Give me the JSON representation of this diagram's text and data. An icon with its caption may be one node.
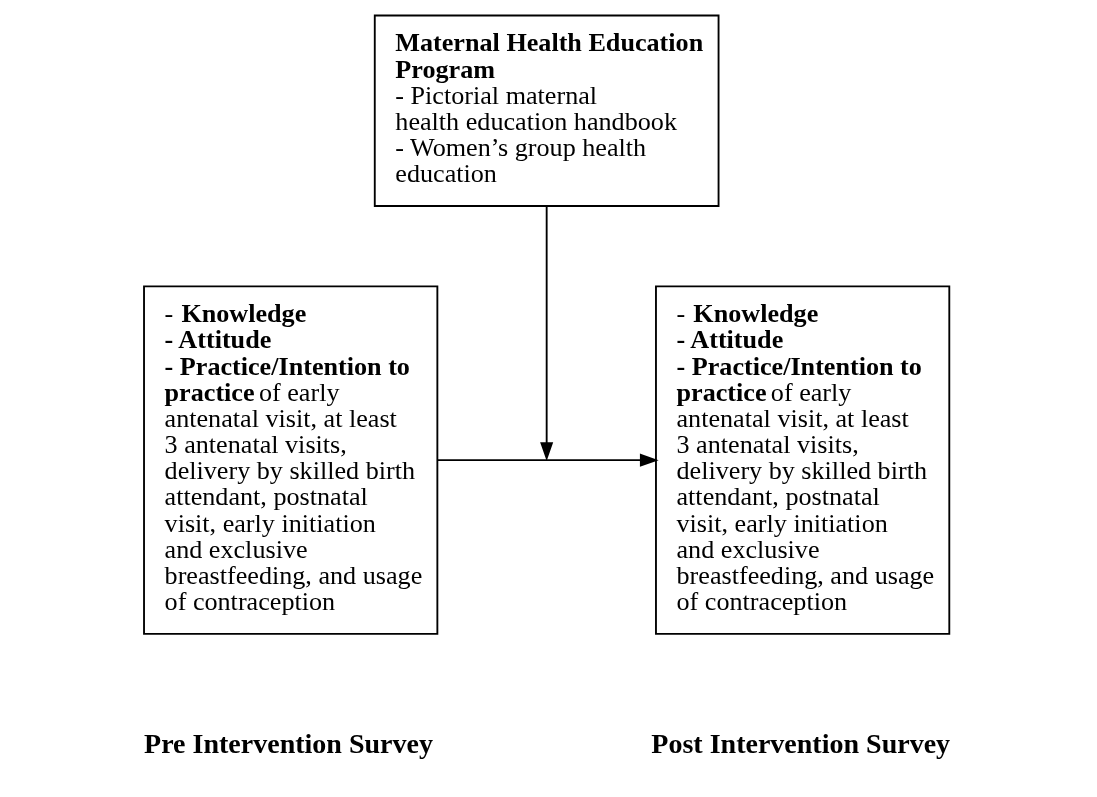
{
  "diagram": {
    "nodes": [
      {
        "text": [
          "- **Knowledge**",
          "**- Attitude**",
          "**- Practice/Intention to practice** of early antenatal visit, at least 3 antenatal visits, delivery by skilled birth attendant, postnatal visit, early initiation and exclusive breastfeeding, and usage of contraception"
        ]
      },
      {
        "text": [
          "**Maternal Health Education Program**",
          "- Pictorial maternal health education handbook",
          "- Women’s group health education"
        ]
      },
      {
        "text": [
          "- **Knowledge**",
          "**- Attitude**",
          "**- Practice/Intention to practice** of early antenatal visit, at least 3 antenatal visits, delivery by skilled birth attendant, postnatal visit, early initiation and exclusive breastfeeding, and usage of contraception"
        ]
      }
    ],
    "edges": [
      {
        "from": 0,
        "to": 2,
        "arrow": "to"
      },
      {
        "from": 1,
        "to": null,
        "arrow": "to"
      }
    ],
    "labels": [
      "Pre Intervention Survey",
      "Post Intervention Survey"
    ]
  }
}
